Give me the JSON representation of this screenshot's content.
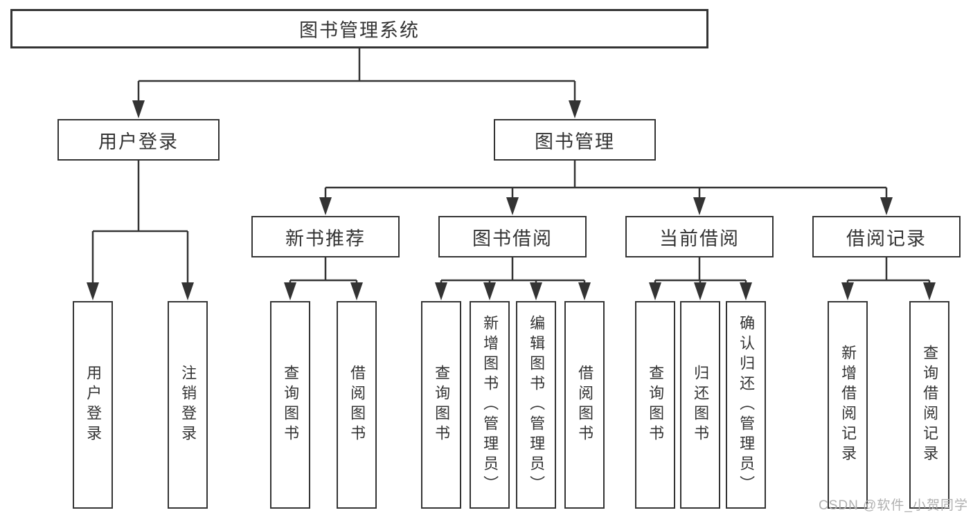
{
  "tree": {
    "root": {
      "label": "图书管理系统"
    },
    "user_login": {
      "label": "用户登录",
      "children": [
        {
          "label": "用户登录"
        },
        {
          "label": "注销登录"
        }
      ]
    },
    "book_management": {
      "label": "图书管理",
      "sections": {
        "new_book_recommend": {
          "label": "新书推荐",
          "children": [
            {
              "label": "查询图书"
            },
            {
              "label": "借阅图书"
            }
          ]
        },
        "book_borrow": {
          "label": "图书借阅",
          "children": [
            {
              "label": "查询图书"
            },
            {
              "label": "新增图书（管理员）"
            },
            {
              "label": "编辑图书（管理员）"
            },
            {
              "label": "借阅图书"
            }
          ]
        },
        "current_borrow": {
          "label": "当前借阅",
          "children": [
            {
              "label": "查询图书"
            },
            {
              "label": "归还图书"
            },
            {
              "label": "确认归还（管理员）"
            }
          ]
        },
        "borrow_records": {
          "label": "借阅记录",
          "children": [
            {
              "label": "新增借阅记录"
            },
            {
              "label": "查询借阅记录"
            }
          ]
        }
      }
    }
  },
  "watermark": {
    "text": "CSDN @软件_小贺同学"
  },
  "colors": {
    "line": "#333333",
    "box_border": "#333333",
    "text": "#333333",
    "watermark": "#b0b0b0",
    "background": "#ffffff"
  }
}
